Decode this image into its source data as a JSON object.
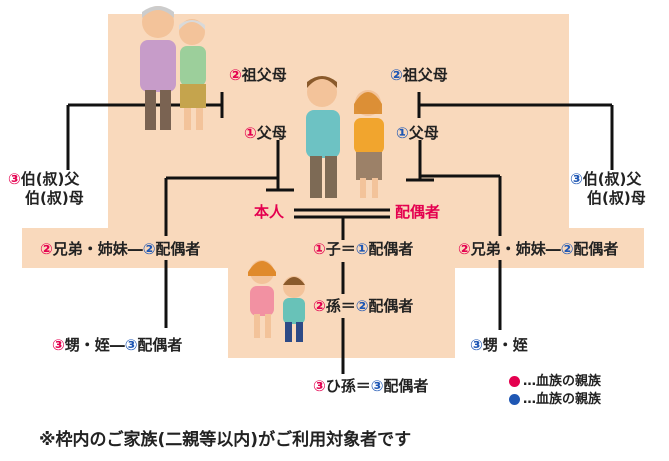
{
  "colors": {
    "bg_region": "#f9d9bc",
    "blood": "#e4004f",
    "marriage": "#1f57b4",
    "line": "#111111"
  },
  "nodes": {
    "grandparents_left": {
      "deg": "②",
      "text": "祖父母"
    },
    "grandparents_right": {
      "deg": "②",
      "text": "祖父母"
    },
    "parents_left": {
      "deg": "①",
      "text": "父母"
    },
    "parents_right": {
      "deg": "①",
      "text": "父母"
    },
    "uncle_aunt_left": {
      "deg": "③",
      "line1": "伯(叔)父",
      "line2": "伯(叔)母"
    },
    "uncle_aunt_right": {
      "deg": "③",
      "line1": "伯(叔)父",
      "line2": "伯(叔)母"
    },
    "self": "本人",
    "spouse": "配偶者",
    "siblings_left": {
      "deg1": "②",
      "text1": "兄弟・姉妹―",
      "deg2": "②",
      "text2": "配偶者"
    },
    "siblings_right": {
      "deg1": "②",
      "text1": "兄弟・姉妹―",
      "deg2": "②",
      "text2": "配偶者"
    },
    "child": {
      "deg1": "①",
      "text1": "子＝",
      "deg2": "①",
      "text2": "配偶者"
    },
    "grandchild": {
      "deg1": "②",
      "text1": "孫＝",
      "deg2": "②",
      "text2": "配偶者"
    },
    "great_grandchild": {
      "deg1": "③",
      "text1": "ひ孫＝",
      "deg2": "③",
      "text2": "配偶者"
    },
    "nephew_left": {
      "deg1": "③",
      "text1": "甥・姪―",
      "deg2": "③",
      "text2": "配偶者"
    },
    "nephew_right": {
      "deg": "③",
      "text": "甥・姪"
    }
  },
  "legend": {
    "blood": {
      "text": "…血族の親族"
    },
    "marriage": {
      "text": "…血族の親族"
    }
  },
  "footnote": "※枠内のご家族(二親等以内)がご利用対象者です"
}
